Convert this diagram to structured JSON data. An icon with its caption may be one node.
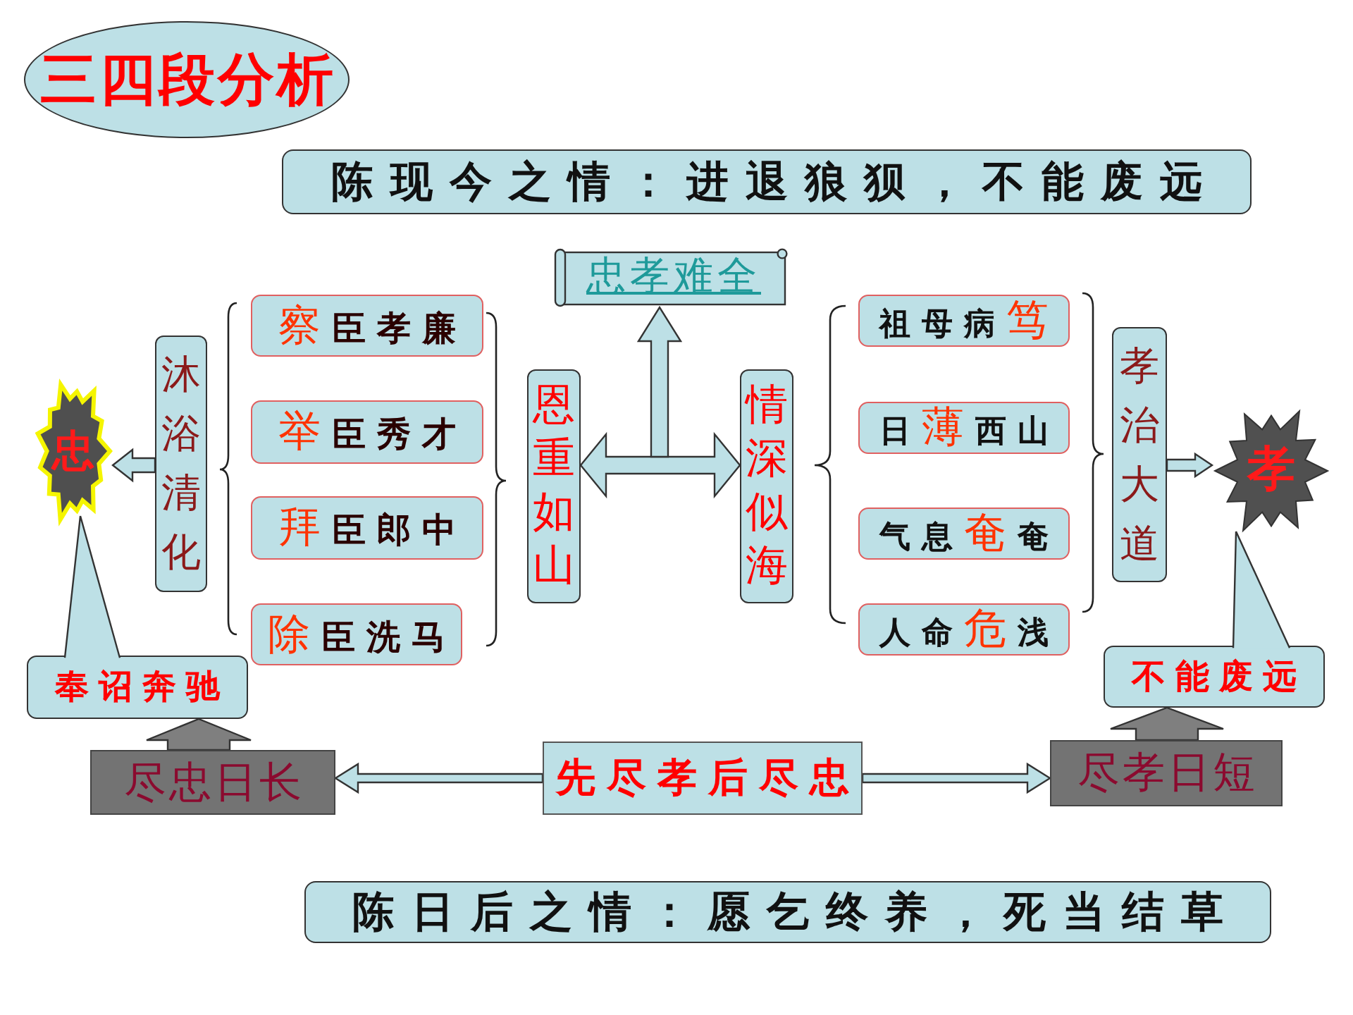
{
  "diagram": {
    "title": "三四段分析",
    "nodes": [
      {
        "text": [
          "陈现今之情：进退狼狈，不能废远"
        ]
      },
      {
        "text": [
          "忠孝难全"
        ]
      },
      {
        "text": [
          "沐浴清化"
        ]
      },
      {
        "text": [
          "察臣孝廉"
        ]
      },
      {
        "text": [
          "举臣秀才"
        ]
      },
      {
        "text": [
          "拜臣郎中"
        ]
      },
      {
        "text": [
          "除臣洗马"
        ]
      },
      {
        "text": [
          "恩重如山"
        ]
      },
      {
        "text": [
          "情深似海"
        ]
      },
      {
        "text": [
          "祖母病笃"
        ]
      },
      {
        "text": [
          "日薄西山"
        ]
      },
      {
        "text": [
          "气息奄奄"
        ]
      },
      {
        "text": [
          "人命危浅"
        ]
      },
      {
        "text": [
          "孝治大道"
        ]
      },
      {
        "text": [
          "忠"
        ]
      },
      {
        "text": [
          "孝"
        ]
      },
      {
        "text": [
          "奉诏奔驰"
        ]
      },
      {
        "text": [
          "不能废远"
        ]
      },
      {
        "text": [
          "尽忠日长"
        ]
      },
      {
        "text": [
          "先尽孝后尽忠"
        ]
      },
      {
        "text": [
          "尽孝日短"
        ]
      },
      {
        "text": [
          "陈日后之情：愿乞终养，死当结草"
        ]
      }
    ],
    "edges": [
      {
        "from": 7,
        "to": 8,
        "arrow": "both"
      },
      {
        "from": null,
        "to": 1,
        "arrow": "to"
      },
      {
        "from": 2,
        "to": 14,
        "arrow": "to"
      },
      {
        "from": 13,
        "to": 15,
        "arrow": "to"
      },
      {
        "from": 16,
        "to": 14,
        "arrow": "none"
      },
      {
        "from": 17,
        "to": 15,
        "arrow": "none"
      },
      {
        "from": 18,
        "to": 16,
        "arrow": "to",
        "color": "#7f7f7f"
      },
      {
        "from": 20,
        "to": 17,
        "arrow": "to",
        "color": "#7f7f7f"
      },
      {
        "from": 19,
        "to": 18,
        "arrow": "to"
      },
      {
        "from": 19,
        "to": 20,
        "arrow": "to"
      }
    ]
  }
}
